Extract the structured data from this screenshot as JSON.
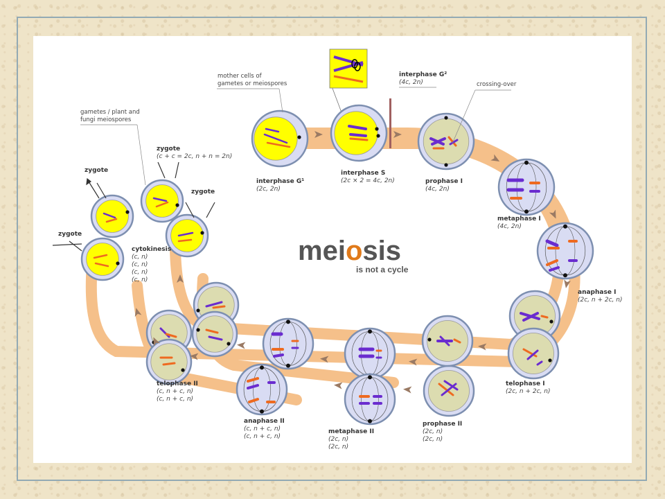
{
  "title": {
    "main": "meiosis",
    "accent_letter": "o",
    "subtitle": "is not a cycle"
  },
  "stages": {
    "interphase_g1": {
      "name": "interphase G¹",
      "formula": "(2c, 2n)"
    },
    "interphase_s": {
      "name": "interphase S",
      "formula": "(2c × 2 = 4c, 2n)"
    },
    "interphase_g2": {
      "name": "interphase G²",
      "formula": "(4c, 2n)"
    },
    "prophase_1": {
      "name": "prophase I",
      "formula": "(4c, 2n)"
    },
    "metaphase_1": {
      "name": "metaphase I",
      "formula": "(4c, 2n)"
    },
    "anaphase_1": {
      "name": "anaphase I",
      "formula": "(2c, n + 2c, n)"
    },
    "telophase_1": {
      "name": "telophase I",
      "formula": "(2c, n + 2c, n)"
    },
    "prophase_2": {
      "name": "prophase II",
      "formula_1": "(2c, n)",
      "formula_2": "(2c, n)"
    },
    "metaphase_2": {
      "name": "metaphase II",
      "formula_1": "(2c, n)",
      "formula_2": "(2c, n)"
    },
    "anaphase_2": {
      "name": "anaphase II",
      "formula_1": "(c, n + c, n)",
      "formula_2": "(c, n + c, n)"
    },
    "telophase_2": {
      "name": "telophase II",
      "formula_1": "(c, n + c, n)",
      "formula_2": "(c, n + c, n)"
    },
    "cytokinesis": {
      "name": "cytokinesis",
      "formulas": [
        "(c, n)",
        "(c, n)",
        "(c, n)",
        "(c, n)"
      ]
    }
  },
  "zygotes": {
    "label": "zygote",
    "formula": "(c + c = 2c, n + n = 2n)"
  },
  "notes": {
    "mother_cells_line1": "mother cells of",
    "mother_cells_line2": "gametes or meiospores",
    "gametes_line1": "gametes / plant and",
    "gametes_line2": "fungi meiospores",
    "crossing_over": "crossing-over"
  },
  "colors": {
    "track": "#f5c08a",
    "cell_fill": "#d9dcf3",
    "cell_stroke": "#7d8fb0",
    "nucleus_yellow": "#ffff00",
    "nucleus_olive": "#dcdcb0",
    "chromosome_purple": "#6a2ccf",
    "chromosome_orange": "#ee6a20",
    "arrow": "#9a7a64",
    "title_gray": "#555555",
    "title_accent": "#e07a1a"
  }
}
